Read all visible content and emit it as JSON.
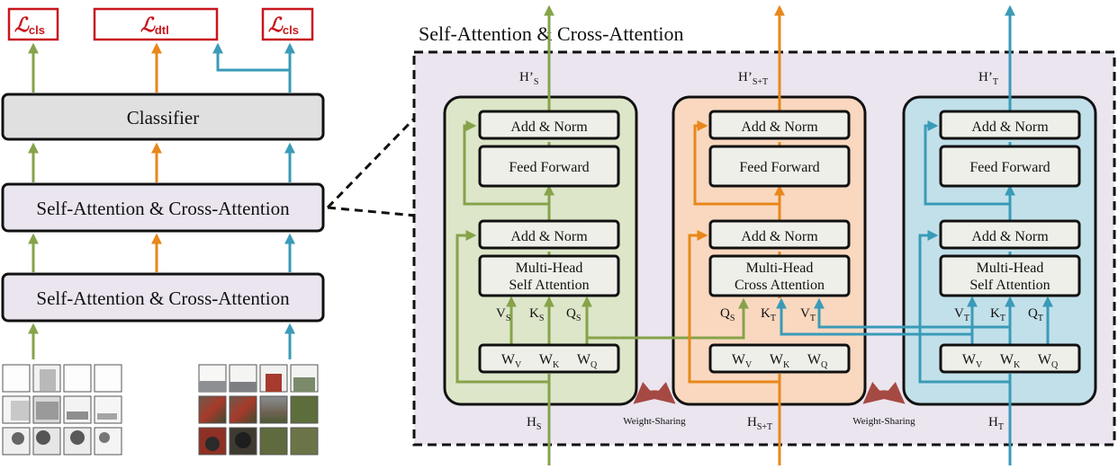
{
  "left": {
    "losses": [
      {
        "symbol": "ℒ",
        "sub": "cls"
      },
      {
        "symbol": "ℒ",
        "sub": "dtl"
      },
      {
        "symbol": "ℒ",
        "sub": "cls"
      }
    ],
    "classifier_label": "Classifier",
    "block_top_label": "Self-Attention & Cross-Attention",
    "block_bottom_label": "Self-Attention & Cross-Attention"
  },
  "detail": {
    "title": "Self-Attention & Cross-Attention",
    "streams": [
      {
        "id": "source",
        "out_main": "H’",
        "out_sub": "S",
        "in_main": "H",
        "in_sub": "S",
        "add_norm_top": "Add & Norm",
        "feed_forward": "Feed Forward",
        "add_norm_bottom": "Add & Norm",
        "attn_line1": "Multi-Head",
        "attn_line2": "Self Attention",
        "v_main": "V",
        "v_sub": "S",
        "k_main": "K",
        "k_sub": "S",
        "q_main": "Q",
        "q_sub": "S",
        "wv_main": "W",
        "wv_sub": "V",
        "wk_main": "W",
        "wk_sub": "K",
        "wq_main": "W",
        "wq_sub": "Q"
      },
      {
        "id": "mix",
        "out_main": "H’",
        "out_sub": "S+T",
        "in_main": "H",
        "in_sub": "S+T",
        "add_norm_top": "Add & Norm",
        "feed_forward": "Feed Forward",
        "add_norm_bottom": "Add & Norm",
        "attn_line1": "Multi-Head",
        "attn_line2": "Cross Attention",
        "q_main": "Q",
        "q_sub": "S",
        "k_main": "K",
        "k_sub": "T",
        "v_main": "V",
        "v_sub": "T",
        "wv_main": "W",
        "wv_sub": "V",
        "wk_main": "W",
        "wk_sub": "K",
        "wq_main": "W",
        "wq_sub": "Q"
      },
      {
        "id": "target",
        "out_main": "H’",
        "out_sub": "T",
        "in_main": "H",
        "in_sub": "T",
        "add_norm_top": "Add & Norm",
        "feed_forward": "Feed Forward",
        "add_norm_bottom": "Add & Norm",
        "attn_line1": "Multi-Head",
        "attn_line2": "Self Attention",
        "v_main": "V",
        "v_sub": "T",
        "k_main": "K",
        "k_sub": "T",
        "q_main": "Q",
        "q_sub": "T",
        "wv_main": "W",
        "wv_sub": "V",
        "wk_main": "W",
        "wk_sub": "K",
        "wq_main": "W",
        "wq_sub": "Q"
      }
    ],
    "weight_sharing": [
      "Weight-Sharing",
      "Weight-Sharing"
    ]
  },
  "colors": {
    "source": "#86a34a",
    "mix": "#e8871a",
    "target": "#3a9bb8",
    "loss": "#c8161d",
    "source_panel": "#dde6c9",
    "mix_panel": "#f9d8bf",
    "target_panel": "#c2e0ea",
    "detail_bg": "#ebe5ef",
    "block_bg": "#ebe5f0",
    "classifier_bg": "#e0e0e0",
    "weight_sharing_arc": "#a54a42"
  }
}
